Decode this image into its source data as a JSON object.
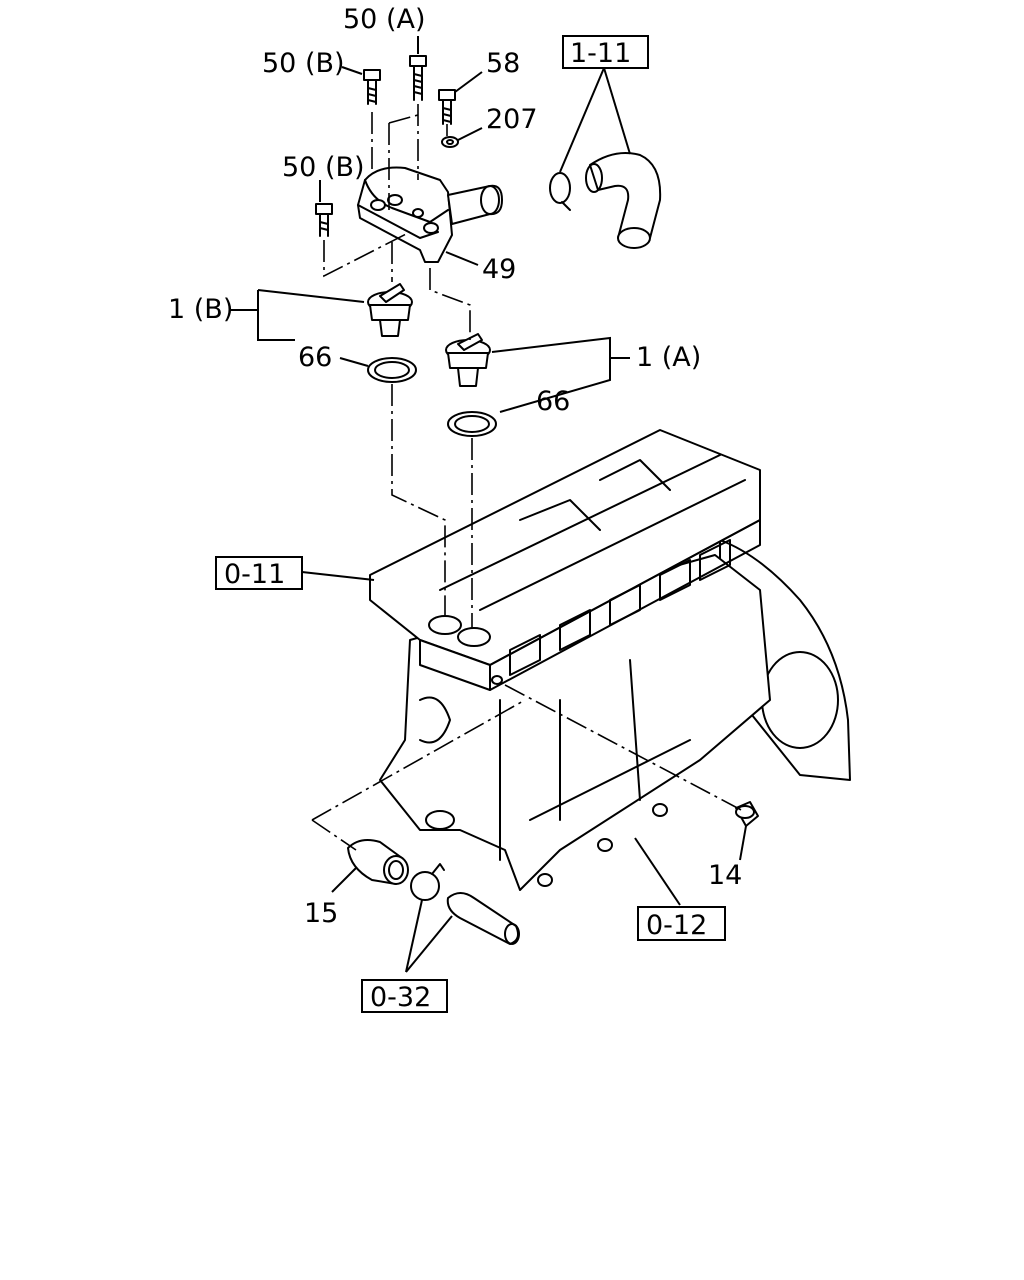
{
  "labels": {
    "p50a": "50 (A)",
    "p50b_top": "50 (B)",
    "p58": "58",
    "p207": "207",
    "p50b_left": "50 (B)",
    "p49": "49",
    "p1b": "1 (B)",
    "p66_left": "66",
    "p1a": "1 (A)",
    "p66_right": "66",
    "p14": "14",
    "p15": "15"
  },
  "refs": {
    "ref_1_11": "1-11",
    "ref_0_11": "0-11",
    "ref_0_12": "0-12",
    "ref_0_32": "0-32"
  }
}
